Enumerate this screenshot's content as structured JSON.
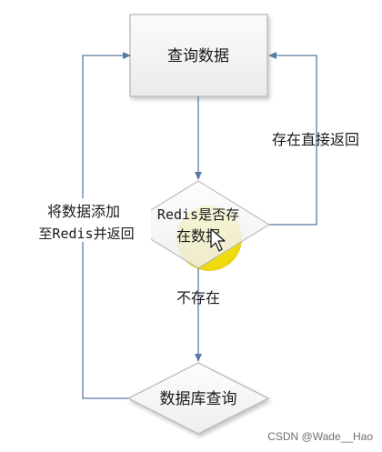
{
  "nodes": {
    "query_data": "查询数据",
    "redis_check_line1": "Redis是否存",
    "redis_check_line2": "在数据",
    "db_query": "数据库查询"
  },
  "edges": {
    "exists_return": "存在直接返回",
    "not_exists": "不存在",
    "add_to_redis_line1": "将数据添加",
    "add_to_redis_line2": "至Redis并返回"
  },
  "watermark": "CSDN @Wade__Hao",
  "colors": {
    "box_fill": "#f2f2f2",
    "box_stroke": "#b3b3b3",
    "edge": "#5a79a5",
    "highlight": "#f2dc00"
  }
}
